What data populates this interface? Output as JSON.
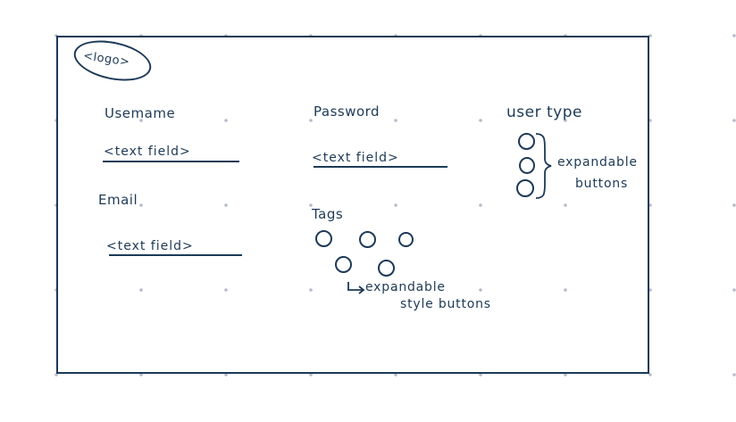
{
  "logo": {
    "text": "<logo>"
  },
  "username": {
    "label": "Usemame",
    "field": "<text field>"
  },
  "password": {
    "label": "Password",
    "field": "<text field>"
  },
  "email": {
    "label": "Email",
    "field": "<text field>"
  },
  "user_type": {
    "label": "user type",
    "note_line1": "expandable",
    "note_line2": "buttons"
  },
  "tags": {
    "label": "Tags",
    "note_line1": "expandable",
    "note_line2": "style buttons"
  },
  "colors": {
    "ink": "#1d3a57",
    "grid_dot": "#b4bccb"
  }
}
